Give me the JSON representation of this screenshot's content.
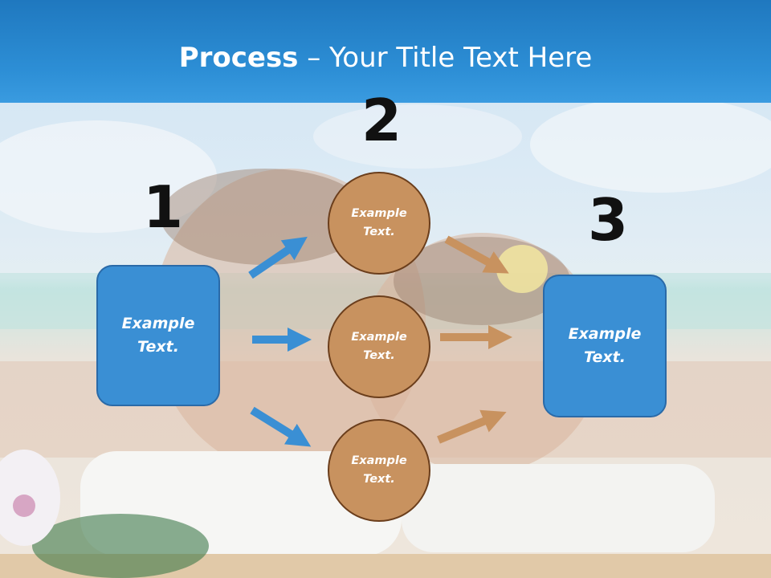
{
  "title": {
    "bold": "Process",
    "rest": " – Your Title Text Here"
  },
  "steps": [
    {
      "number": "1",
      "label_line1": "Example",
      "label_line2": "Text."
    },
    {
      "number": "2"
    },
    {
      "number": "3",
      "label_line1": "Example",
      "label_line2": "Text."
    }
  ],
  "circles": [
    {
      "line1": "Example",
      "line2": "Text."
    },
    {
      "line1": "Example",
      "line2": "Text."
    },
    {
      "line1": "Example",
      "line2": "Text."
    }
  ],
  "colors": {
    "header": "#2d8fd6",
    "box_fill": "#3a8fd4",
    "circle_fill": "#c8925f",
    "arrow_blue": "#3a8fd4",
    "arrow_tan": "#c8925f"
  }
}
